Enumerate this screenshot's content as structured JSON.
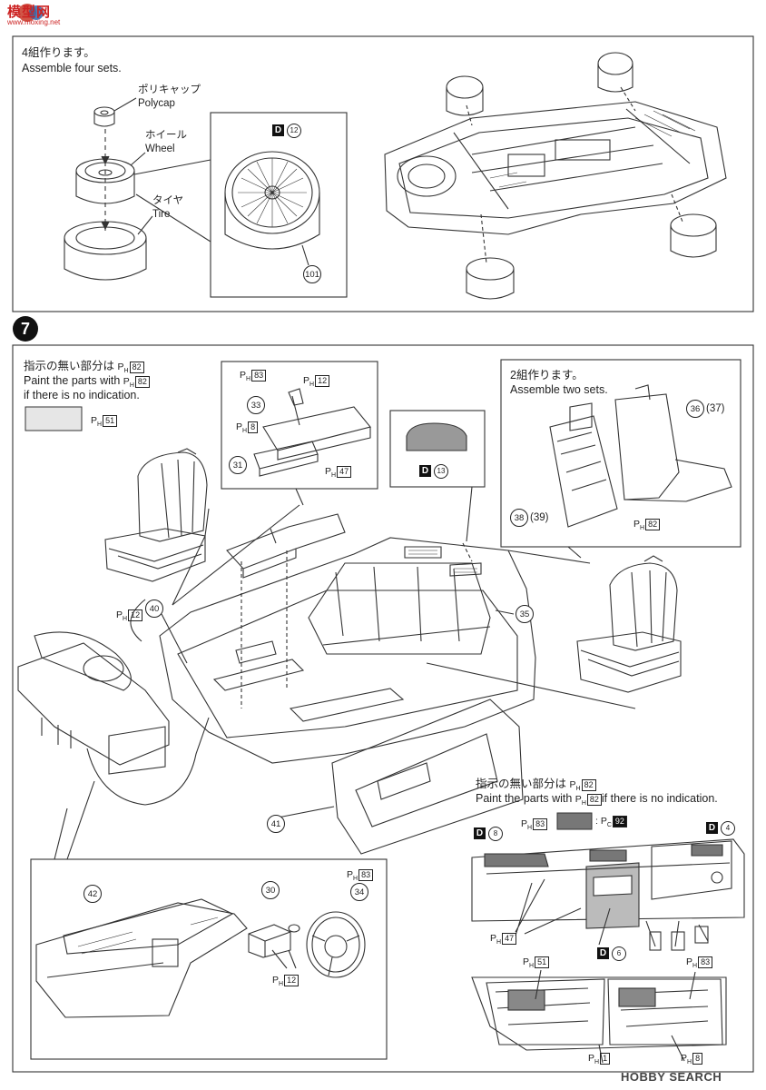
{
  "logo": {
    "text": "模型网",
    "sub": "www.moxing.net"
  },
  "step6": {
    "note_jp": "4組作ります。",
    "note_en": "Assemble four sets.",
    "polycap_jp": "ポリキャップ",
    "polycap_en": "Polycap",
    "wheel_jp": "ホイール",
    "wheel_en": "Wheel",
    "tire_jp": "タイヤ",
    "tire_en": "Tire",
    "part_d12": "12",
    "part_101": "101"
  },
  "step7": {
    "step_number": "7",
    "paint_note_jp": "指示の無い部分は",
    "paint_note_en1": "Paint the parts with",
    "paint_note_en2": "if there is no indication.",
    "paint_code_82": "82",
    "paint_code_51": "51",
    "console": {
      "ph83": "83",
      "ph12": "12",
      "p33": "33",
      "ph8": "8",
      "p31": "31",
      "ph47": "47"
    },
    "part_d13": "13",
    "seats": {
      "note_jp": "2組作ります。",
      "note_en": "Assemble two sets.",
      "p36": "36",
      "p37": "37",
      "p38": "38",
      "p39": "39",
      "ph82": "82"
    },
    "callouts": {
      "p40": "40",
      "ph12": "12",
      "p35": "35",
      "p41": "41"
    },
    "dash_panel": {
      "p42": "42",
      "p30": "30",
      "p34": "34",
      "ph83": "83",
      "ph12": "12"
    },
    "right_panel": {
      "note_jp": "指示の無い部分は",
      "note_en": "Paint the parts with",
      "note_en_end": "if there is no indication.",
      "pc_code": "92",
      "d8": "8",
      "ph83": "83",
      "d4": "4",
      "ph47": "47",
      "d6": "6",
      "ph51": "51",
      "ph83b": "83",
      "ph1": "1",
      "ph8": "8"
    }
  },
  "watermark": "HOBBY SEARCH"
}
